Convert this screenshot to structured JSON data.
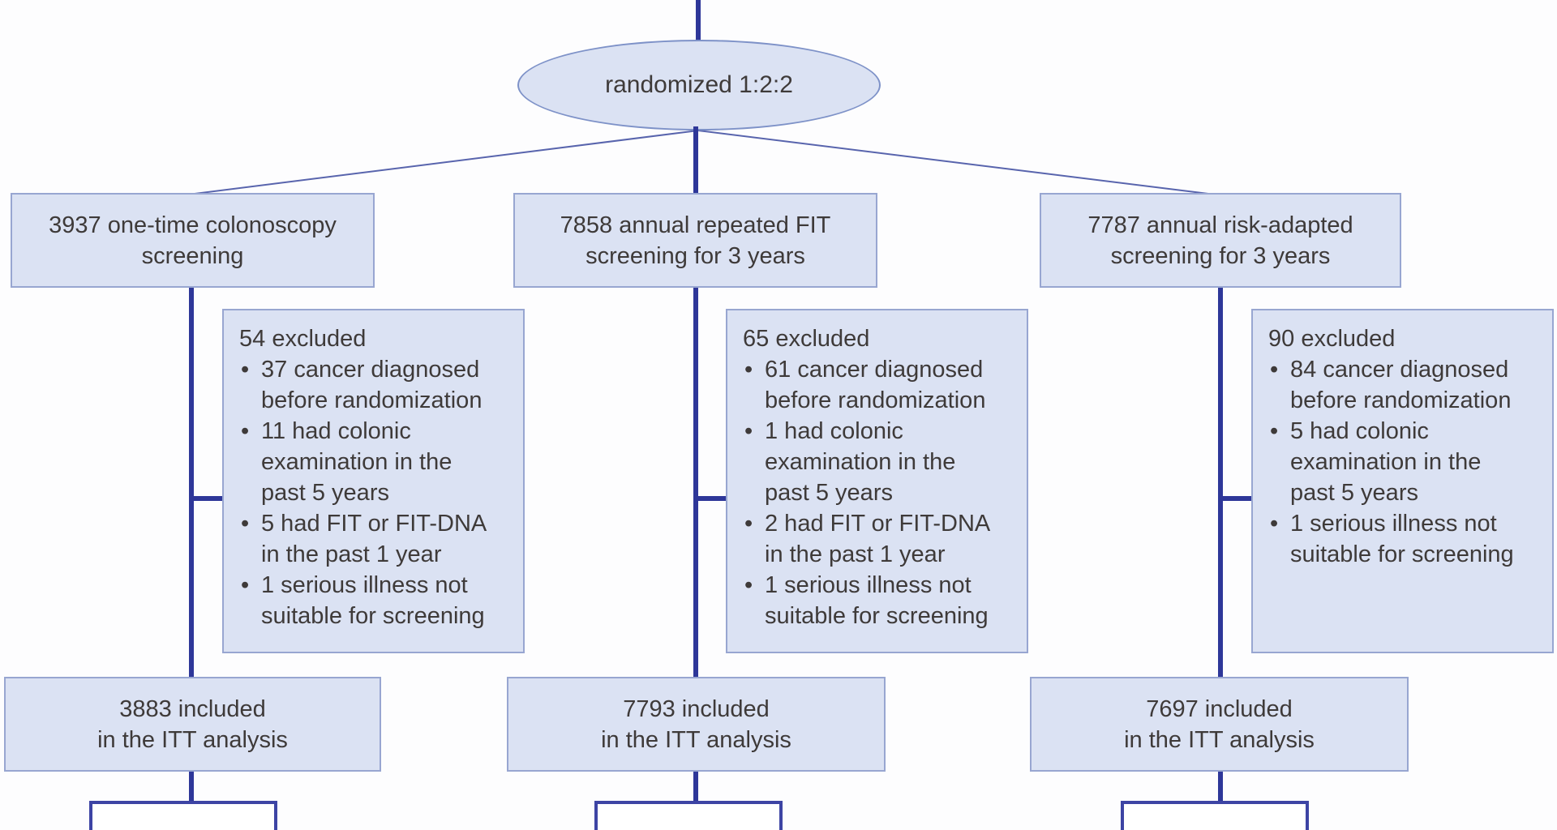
{
  "palette": {
    "node_fill": "#dbe2f3",
    "node_border": "#98a6d1",
    "ellipse_border": "#7e92c8",
    "connector_navy": "#2e3799",
    "bottom_box_outline": "#3d44a4",
    "text_color": "#3e3a39"
  },
  "flow": {
    "root": {
      "label": "randomized 1:2:2"
    },
    "columns": [
      {
        "arm": "3937 one-time colonoscopy\nscreening",
        "excluded": {
          "title": "54 excluded",
          "bullets": [
            "37 cancer diagnosed\nbefore randomization",
            "11 had colonic\nexamination in the\npast 5 years",
            "5 had FIT or FIT-DNA\nin the past 1 year",
            "1 serious illness not\nsuitable for screening"
          ]
        },
        "itt": "3883 included\nin the ITT analysis"
      },
      {
        "arm": "7858 annual repeated FIT\nscreening for 3 years",
        "excluded": {
          "title": "65 excluded",
          "bullets": [
            "61 cancer diagnosed\nbefore randomization",
            "1 had colonic\nexamination in the\npast 5 years",
            "2 had FIT or FIT-DNA\nin the past 1 year",
            "1 serious illness not\nsuitable for screening"
          ]
        },
        "itt": "7793 included\nin the ITT analysis"
      },
      {
        "arm": "7787 annual risk-adapted\nscreening for 3 years",
        "excluded": {
          "title": "90 excluded",
          "bullets": [
            "84 cancer diagnosed\nbefore randomization",
            "5 had colonic\nexamination in the\npast 5 years",
            "1 serious illness not\nsuitable for screening"
          ]
        },
        "itt": "7697 included\nin the ITT analysis"
      }
    ]
  }
}
